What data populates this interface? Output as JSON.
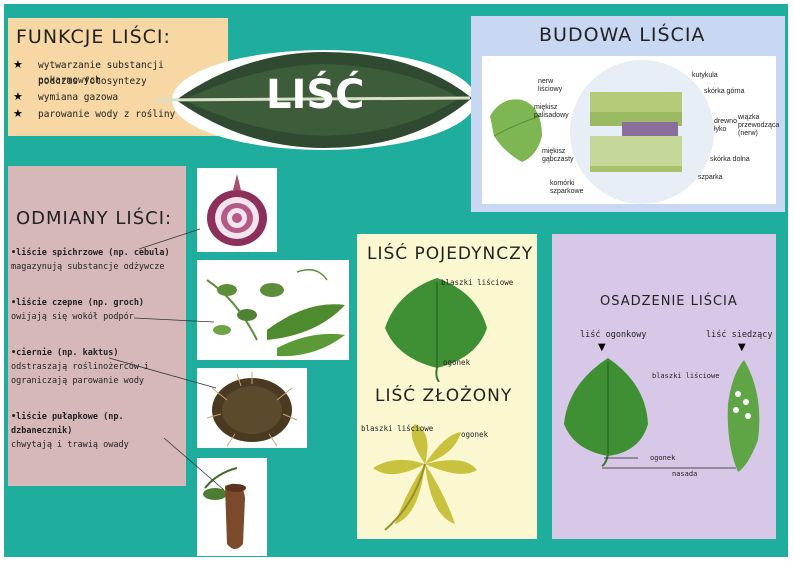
{
  "board": {
    "bg": "#1fad9d"
  },
  "main_title": "LIŚĆ",
  "funkcje": {
    "title": "FUNKCJE LIŚCI:",
    "items": [
      "wytwarzanie substancji pokarmowych",
      "podczas fotosyntezy",
      "wymiana gazowa",
      "parowanie wody z rośliny"
    ]
  },
  "odmiany": {
    "title": "ODMIANY LIŚCI:",
    "lines": [
      "•liście spichrzowe (np. cebula)",
      "magazynują substancje odżywcze",
      "•liście czepne (np. groch)",
      "owijają się wokół podpór",
      "•ciernie (np. kaktus)",
      "odstraszają roślinożerców i",
      "ograniczają parowanie wody",
      "•liście pułapkowe (np. dzbanecznik)",
      "chwytają i trawią owady"
    ]
  },
  "budowa": {
    "title": "BUDOWA LIŚCIA",
    "labels": {
      "nerw": "nerw liściowy",
      "miekisz_pal": "miękisz palisadowy",
      "miekisz_gab": "miękisz gąbczasty",
      "komorki": "komórki szparkowe",
      "kutykula": "kutykula",
      "skorka_gorna": "skórka górna",
      "drewno": "drewno",
      "lyko": "łyko",
      "wiazka": "wiązka przewodząca (nerw)",
      "skorka_dolna": "skórka dolna",
      "szparka": "szparka"
    }
  },
  "pojedynczy": {
    "title": "LIŚĆ POJEDYNCZY",
    "blaszki": "blaszki liściowe",
    "ogonek": "ogonek"
  },
  "zlozony": {
    "title": "LIŚĆ ZŁOŻONY",
    "blaszki": "blaszki liściowe",
    "ogonek": "ogonek"
  },
  "osadzenie": {
    "title": "OSADZENIE LIŚCIA",
    "ogonkowy": "liść ogonkowy",
    "siedzacy": "liść siedzący",
    "blaszki": "blaszki liściowe",
    "ogonek": "ogonek",
    "nasada": "nasada"
  }
}
